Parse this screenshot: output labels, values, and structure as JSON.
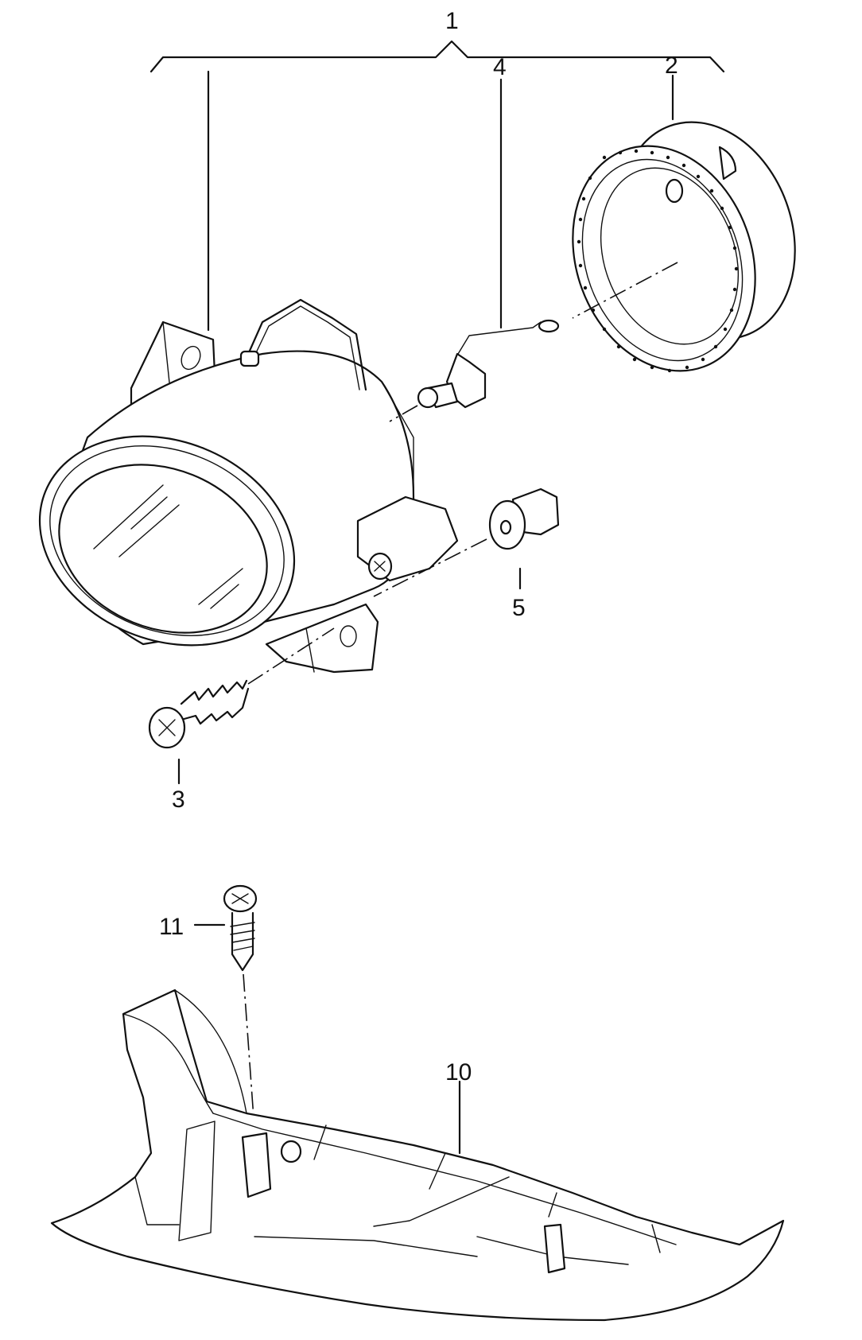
{
  "diagram": {
    "labels": {
      "part_1": "1",
      "part_2": "2",
      "part_3": "3",
      "part_4": "4",
      "part_5": "5",
      "part_10": "10",
      "part_11": "11"
    },
    "colors": {
      "ink": "#111111",
      "paper": "#ffffff"
    }
  }
}
